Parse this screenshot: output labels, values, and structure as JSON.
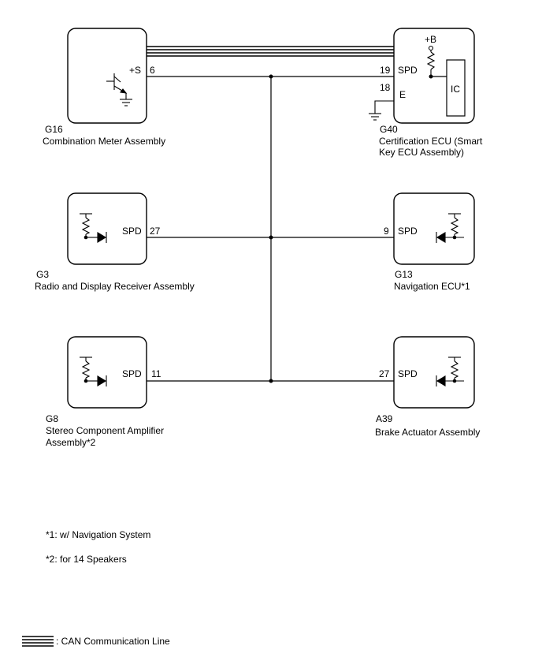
{
  "components": {
    "g16": {
      "code": "G16",
      "name": "Combination Meter Assembly",
      "terminal": "+S",
      "pin": "6"
    },
    "g40": {
      "code": "G40",
      "name_line1": "Certification ECU (Smart",
      "name_line2": "Key ECU Assembly)",
      "supply": "+B",
      "ic": "IC",
      "terminal_spd": "SPD",
      "pin_spd": "19",
      "terminal_e": "E",
      "pin_e": "18"
    },
    "g3": {
      "code": "G3",
      "name": "Radio and Display Receiver Assembly",
      "terminal": "SPD",
      "pin": "27"
    },
    "g13": {
      "code": "G13",
      "name": "Navigation ECU*1",
      "terminal": "SPD",
      "pin": "9"
    },
    "g8": {
      "code": "G8",
      "name_line1": "Stereo Component Amplifier",
      "name_line2": "Assembly*2",
      "terminal": "SPD",
      "pin": "11"
    },
    "a39": {
      "code": "A39",
      "name": "Brake Actuator Assembly",
      "terminal": "SPD",
      "pin": "27"
    }
  },
  "notes": {
    "note1": "*1: w/ Navigation System",
    "note2": "*2: for 14 Speakers"
  },
  "legend": {
    "can_line": ": CAN Communication Line"
  }
}
